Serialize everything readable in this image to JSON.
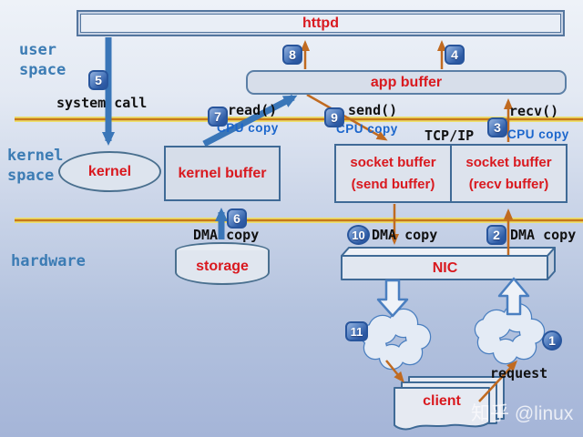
{
  "layers": {
    "user_space_line1": "user",
    "user_space_line2": "space",
    "kernel_space_line1": "kernel",
    "kernel_space_line2": "space",
    "hardware": "hardware"
  },
  "nodes": {
    "httpd": "httpd",
    "app_buffer": "app buffer",
    "kernel": "kernel",
    "kernel_buffer": "kernel buffer",
    "socket_send_line1": "socket buffer",
    "socket_send_line2": "(send buffer)",
    "socket_recv_line1": "socket buffer",
    "socket_recv_line2": "(recv buffer)",
    "storage": "storage",
    "nic": "NIC",
    "client": "client"
  },
  "labels": {
    "system_call": "system call",
    "read": "read()",
    "send": "send()",
    "recv": "recv()",
    "tcp_ip": "TCP/IP",
    "cpu_copy_read": "CPU copy",
    "cpu_copy_send": "CPU copy",
    "cpu_copy_recv": "CPU copy",
    "dma_copy_storage": "DMA copy",
    "dma_copy_send": "DMA copy",
    "dma_copy_recv": "DMA copy",
    "request": "request"
  },
  "steps": [
    "1",
    "2",
    "3",
    "4",
    "5",
    "6",
    "7",
    "8",
    "9",
    "10",
    "11"
  ],
  "watermark": "知乎 @linux",
  "colors": {
    "node_text_red": "#d9191f",
    "layer_label_blue": "#3c7cb4",
    "cpu_copy_blue": "#1b66cc",
    "arrow_orange": "#c06a20",
    "arrow_blue": "#3a76b8",
    "badge_blue": "#2f5ca6",
    "separator_core": "#c87818",
    "separator_glow": "#ecdf6f"
  }
}
